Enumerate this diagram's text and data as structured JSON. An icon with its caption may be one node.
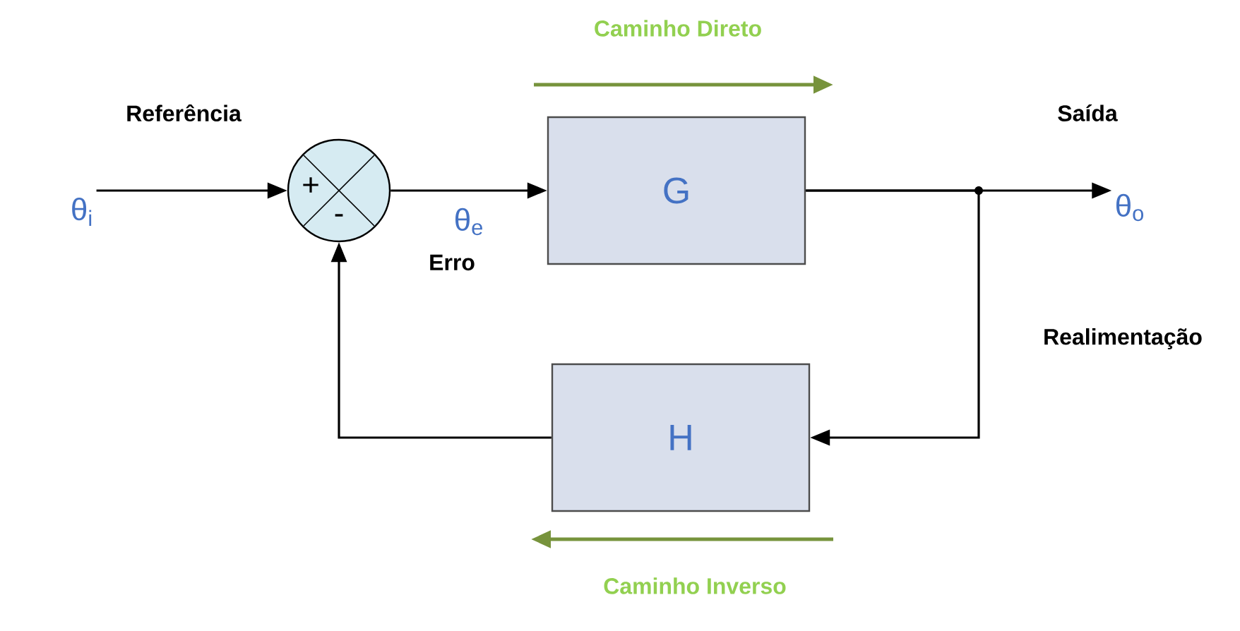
{
  "diagram": {
    "nodes": [
      {
        "text": [
          "θ$_{i}$"
        ]
      },
      {
        "text": [
          "+",
          "-"
        ]
      },
      {
        "text": [
          "G"
        ]
      },
      {
        "text": [
          "H"
        ]
      },
      {
        "text": [
          "θ$_{o}$"
        ]
      }
    ],
    "edges": [
      {
        "from": 0,
        "to": 1,
        "arrow": "to"
      },
      {
        "from": 1,
        "to": 2,
        "arrow": "to",
        "label": "θ$_{e}$"
      },
      {
        "from": 2,
        "to": 4,
        "arrow": "to"
      },
      {
        "from": 2,
        "to": 3,
        "arrow": "to"
      },
      {
        "from": 3,
        "to": 1,
        "arrow": "to"
      }
    ],
    "labels": [
      "Caminho Direto",
      "Referência",
      "Saída",
      "Erro",
      "Realimentação",
      "Caminho Inverso"
    ]
  }
}
